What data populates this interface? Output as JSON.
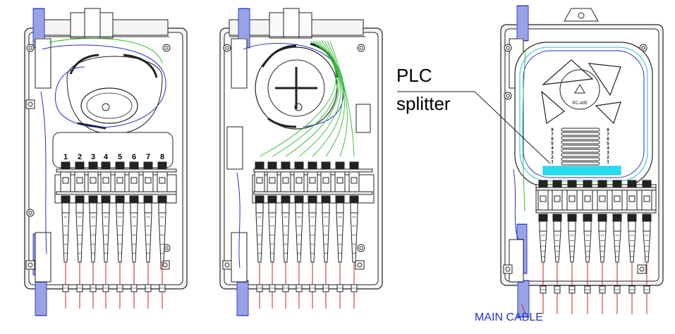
{
  "labels": {
    "plc_line1": "PLC",
    "plc_line2": "splitter",
    "main_cable": "MAIN CABLE"
  },
  "port_numbers": [
    "1",
    "2",
    "3",
    "4",
    "5",
    "6",
    "7",
    "8"
  ],
  "tray_numbers": [
    "8",
    "7",
    "6",
    "5",
    "4",
    "3",
    "2",
    "1"
  ],
  "tray_mark": "PC-A05",
  "colors": {
    "line": "#222222",
    "enclosure_fill": "#f4f4f4",
    "fiber_blue": "#2233cc",
    "fiber_green": "#33bb33",
    "fiber_cyan": "#22bbdd",
    "splitter": "#22e0f0",
    "drop_red": "#cc2222",
    "grommet": "#3344cc",
    "label_blue": "#2233cc"
  }
}
